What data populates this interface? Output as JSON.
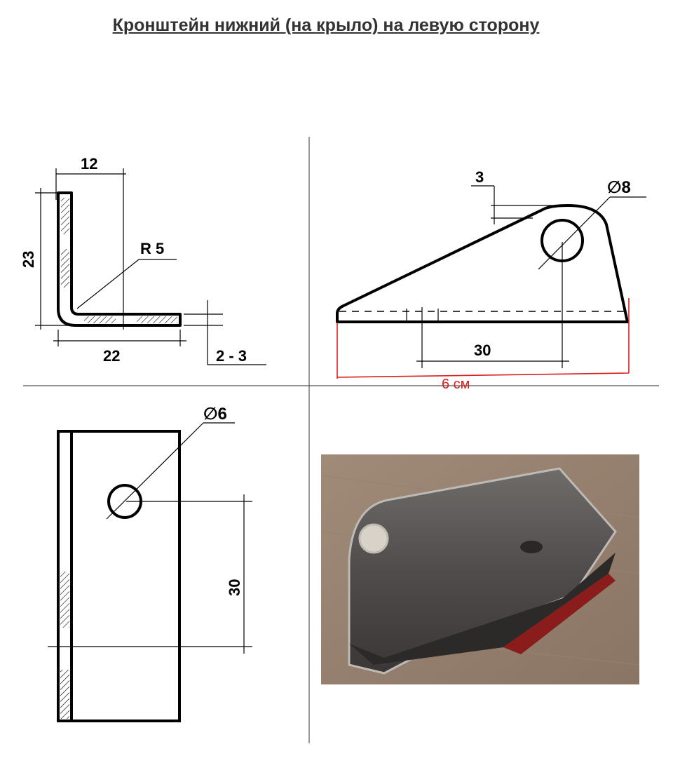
{
  "title": "Кронштейн нижний (на крыло) на левую сторону",
  "colors": {
    "line": "#000000",
    "red_annotation": "#d81e1e",
    "title": "#333333"
  },
  "views": {
    "profile": {
      "dim_top": "12",
      "dim_left": "23",
      "dim_bottom": "22",
      "radius": "R 5",
      "thickness": "2 - 3"
    },
    "side": {
      "dim_offset": "3",
      "hole": "∅8",
      "dim_hole_pos": "30",
      "overall_length_note": "6 см"
    },
    "top": {
      "hole": "∅6",
      "dim_hole_pos": "30"
    }
  },
  "photo": {
    "description_icon": "bracket-photo"
  }
}
